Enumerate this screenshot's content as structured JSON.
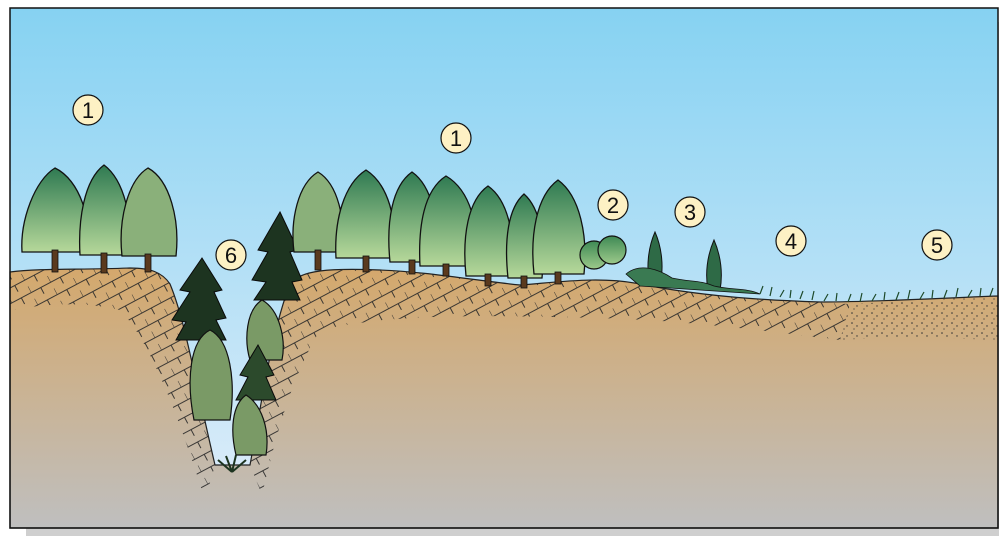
{
  "colors": {
    "sky_top": "#86d2f2",
    "sky_bottom": "#e2eefa",
    "ground_top": "#d4a86c",
    "ground_bottom": "#bdbdbd",
    "tree_light": "#6cb08a",
    "tree_dark": "#2f6a3c",
    "conifer": "#1d3420",
    "marker_fill": "#fdf1c4",
    "shadow": "#cfcfcf"
  },
  "markers": [
    {
      "id": "1a",
      "label": "1",
      "zone": "forest-left"
    },
    {
      "id": "1b",
      "label": "1",
      "zone": "forest-right"
    },
    {
      "id": "2",
      "label": "2",
      "zone": "shrubs"
    },
    {
      "id": "3",
      "label": "3",
      "zone": "small-conifers"
    },
    {
      "id": "4",
      "label": "4",
      "zone": "grass-slope"
    },
    {
      "id": "5",
      "label": "5",
      "zone": "sandy-plain"
    },
    {
      "id": "6",
      "label": "6",
      "zone": "ravine"
    }
  ]
}
